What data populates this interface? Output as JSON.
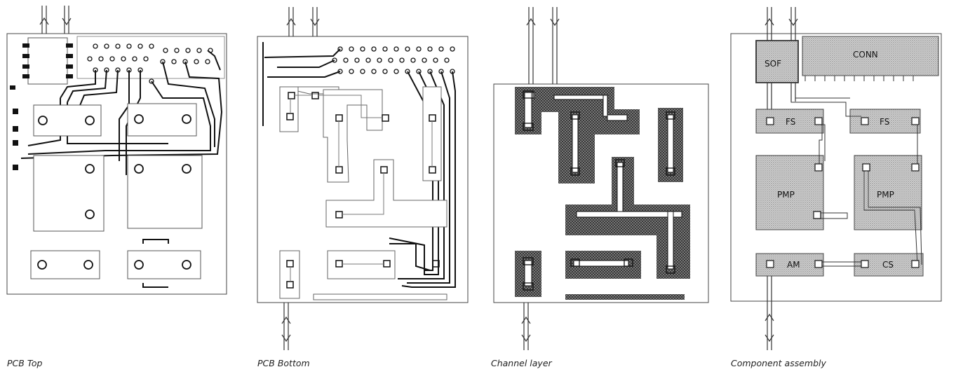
{
  "panels": {
    "pcb_top": {
      "caption": "PCB Top"
    },
    "pcb_bottom": {
      "caption": "PCB Bottom"
    },
    "channel_layer": {
      "caption": "Channel layer"
    },
    "component_assembly": {
      "caption": "Component assembly",
      "labels": {
        "conn": "CONN",
        "sof": "SOF",
        "fs_left": "FS",
        "fs_right": "FS",
        "pmp_left": "PMP",
        "pmp_right": "PMP",
        "am": "AM",
        "cs": "CS"
      }
    }
  }
}
